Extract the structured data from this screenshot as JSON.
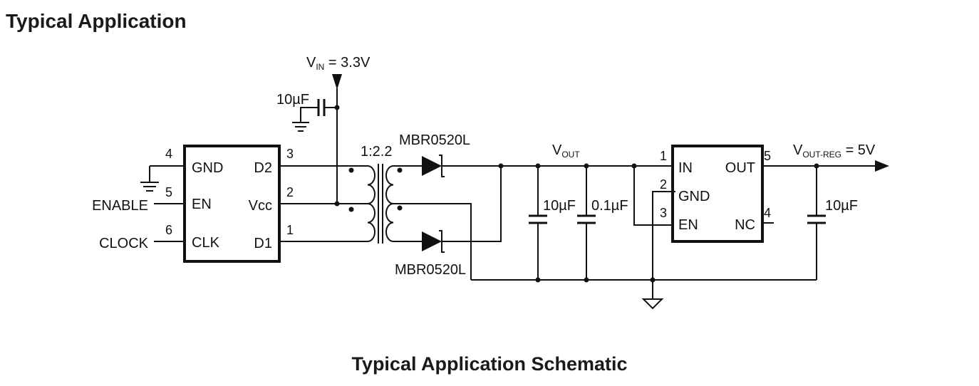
{
  "heading": "Typical Application",
  "caption": "Typical Application Schematic",
  "vin": {
    "prefix": "V",
    "sub": "IN",
    "value": " = 3.3V"
  },
  "vout": {
    "prefix": "V",
    "sub": "OUT"
  },
  "voutreg": {
    "prefix": "V",
    "sub": "OUT-REG",
    "value": " = 5V"
  },
  "input_cap": "10µF",
  "ratio": "1:2.2",
  "diode_top": "MBR0520L",
  "diode_bottom": "MBR0520L",
  "ic1": {
    "pins_left": [
      {
        "num": "4",
        "name": "GND"
      },
      {
        "num": "5",
        "name": "EN"
      },
      {
        "num": "6",
        "name": "CLK"
      }
    ],
    "pins_right": [
      {
        "num": "3",
        "name": "D2"
      },
      {
        "num": "2",
        "name": "Vcc"
      },
      {
        "num": "1",
        "name": "D1"
      }
    ],
    "enable_net": "ENABLE",
    "clock_net": "CLOCK"
  },
  "out_caps": [
    "10µF",
    "0.1µF"
  ],
  "ldo": {
    "pins_left": [
      {
        "num": "1",
        "name": "IN"
      },
      {
        "num": "2",
        "name": "GND"
      },
      {
        "num": "3",
        "name": "EN"
      }
    ],
    "pins_right": [
      {
        "num": "5",
        "name": "OUT"
      },
      {
        "num": "4",
        "name": "NC"
      }
    ]
  },
  "reg_cap": "10µF"
}
